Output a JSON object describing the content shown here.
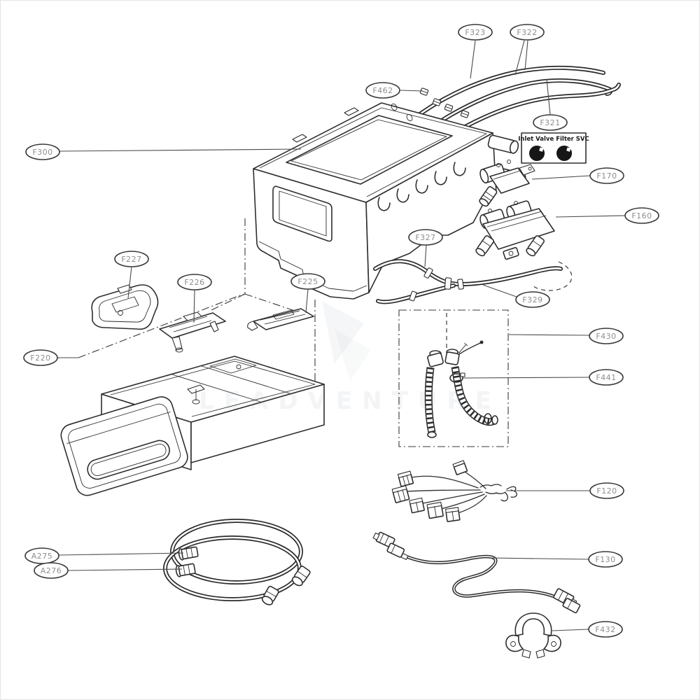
{
  "page": {
    "title": "Exploded parts diagram - washer dispenser and inlet valve assembly",
    "background": "#ffffff",
    "line_color": "#2b2b2b",
    "label_text_color": "#8e8e8e"
  },
  "diagram": {
    "svc_label": "Inlet Valve Filter SVC",
    "watermark_text": "LEADVENTURE",
    "callouts": [
      {
        "id": "F323"
      },
      {
        "id": "F322"
      },
      {
        "id": "F462"
      },
      {
        "id": "F321"
      },
      {
        "id": "F300"
      },
      {
        "id": "F170"
      },
      {
        "id": "F160"
      },
      {
        "id": "F327"
      },
      {
        "id": "F329"
      },
      {
        "id": "F227"
      },
      {
        "id": "F226"
      },
      {
        "id": "F225"
      },
      {
        "id": "F220"
      },
      {
        "id": "F430"
      },
      {
        "id": "F441"
      },
      {
        "id": "F120"
      },
      {
        "id": "F130"
      },
      {
        "id": "A275"
      },
      {
        "id": "A276"
      },
      {
        "id": "F432"
      }
    ]
  }
}
